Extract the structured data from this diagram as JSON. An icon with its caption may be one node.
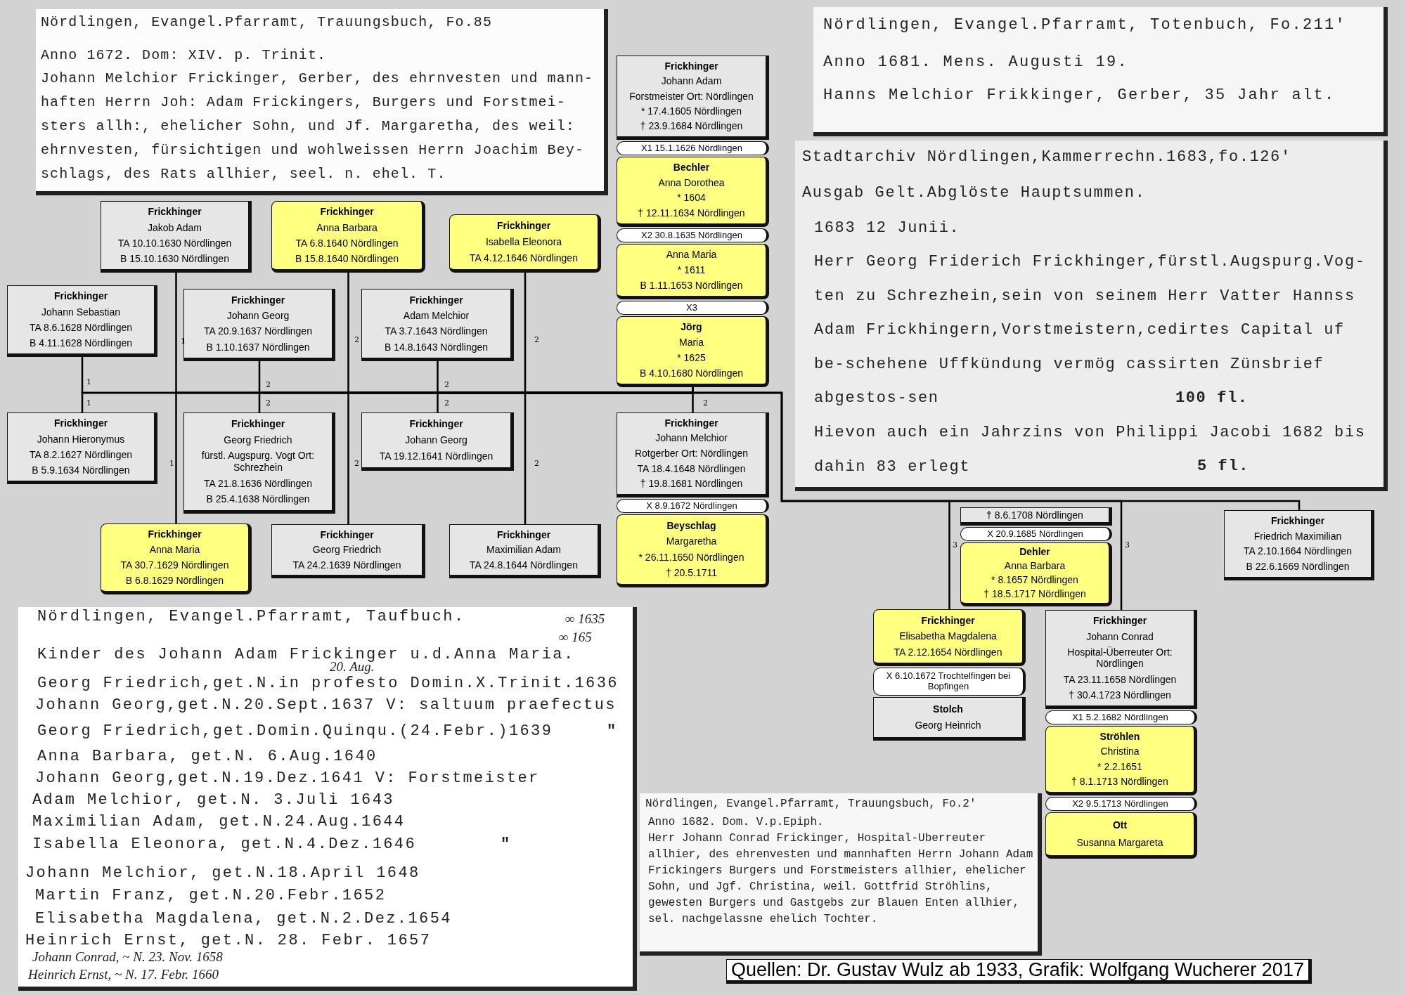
{
  "diagram": {
    "caption": "Quellen: Dr. Gustav Wulz ab 1933, Grafik: Wolfgang Wucherer 2017",
    "nodes": [
      {
        "text": [
          "Nördlingen, Evangel.Pfarramt, Trauungsbuch, Fo.85",
          "Anno 1672. Dom: XIV. p. Trinit.",
          "Johann Melchior Frickinger, Gerber, des ehrnvesten und mann-haften Herrn Joh: Adam Frickingers, Burgers und Forstmei-sters allh:, ehelicher Sohn, und Jf. Margaretha, des weil: ehrnvesten, fürsichtigen und wohlweissen Herrn Joachim Bey-schlags, des Rats allhier, seel. n. ehel. T."
        ]
      },
      {
        "text": [
          "Frickhinger",
          "Johann Adam",
          "Forstmeister Ort: Nördlingen",
          "* 17.4.1605 Nördlingen",
          "† 23.9.1684 Nördlingen"
        ]
      },
      {
        "text": [
          "X1 15.1.1626 Nördlingen"
        ]
      },
      {
        "text": [
          "Bechler",
          "Anna Dorothea",
          "* 1604",
          "† 12.11.1634 Nördlingen"
        ]
      },
      {
        "text": [
          "X2 30.8.1635 Nördlingen"
        ]
      },
      {
        "text": [
          "Anna Maria",
          "* 1611",
          "B 1.11.1653 Nördlingen"
        ]
      },
      {
        "text": [
          "X3"
        ]
      },
      {
        "text": [
          "Jörg",
          "Maria",
          "* 1625",
          "B 4.10.1680 Nördlingen"
        ]
      },
      {
        "text": [
          "Nördlingen, Evangel.Pfarramt, Totenbuch, Fo.211'",
          "Anno 1681. Mens. Augusti 19.",
          "Hanns Melchior Frikkinger, Gerber, 35 Jahr alt."
        ]
      },
      {
        "text": [
          "Stadtarchiv Nördlingen,Kammerrechn.1683,fo.126'",
          "Ausgab Gelt.Abglöste Hauptsummen.",
          "1683 12 Junii.",
          "Herr Georg Friderich Frickhinger,fürstl.Augspurg.Vog-ten zu Schrezhein,sein von seinem Herr Vatter Hannss Adam Frickhingern,Vorstmeistern,cedirtes Capital uf be-schehene Uffkündung vermög cassirten Zünsbrief abgestos-sen",
          "100 fl.",
          "Hievon auch ein Jahrzins von Philippi Jacobi 1682 bis dahin 83 erlegt",
          "5 fl."
        ]
      },
      {
        "text": [
          "Frickhinger",
          "Jakob Adam",
          "TA 10.10.1630 Nördlingen",
          "B 15.10.1630 Nördlingen"
        ]
      },
      {
        "text": [
          "Frickhinger",
          "Anna Barbara",
          "TA 6.8.1640 Nördlingen",
          "B 15.8.1640 Nördlingen"
        ]
      },
      {
        "text": [
          "Frickhinger",
          "Isabella Eleonora",
          "TA 4.12.1646 Nördlingen"
        ]
      },
      {
        "text": [
          "Frickhinger",
          "Johann Sebastian",
          "TA 8.6.1628 Nördlingen",
          "B 4.11.1628 Nördlingen"
        ]
      },
      {
        "text": [
          "Frickhinger",
          "Johann Georg",
          "TA 20.9.1637 Nördlingen",
          "B 1.10.1637 Nördlingen"
        ]
      },
      {
        "text": [
          "Frickhinger",
          "Adam Melchior",
          "TA 3.7.1643 Nördlingen",
          "B 14.8.1643 Nördlingen"
        ]
      },
      {
        "text": [
          "Frickhinger",
          "Johann Hieronymus",
          "TA 8.2.1627 Nördlingen",
          "B 5.9.1634 Nördlingen"
        ]
      },
      {
        "text": [
          "Frickhinger",
          "Georg Friedrich",
          "fürstl. Augspurg. Vogt Ort: Schrezhein",
          "TA 21.8.1636 Nördlingen",
          "B 25.4.1638 Nördlingen"
        ]
      },
      {
        "text": [
          "Frickhinger",
          "Johann Georg",
          "TA 19.12.1641 Nördlingen"
        ]
      },
      {
        "text": [
          "Frickhinger",
          "Johann Melchior",
          "Rotgerber Ort: Nördlingen",
          "TA 18.4.1648 Nördlingen",
          "† 19.8.1681 Nördlingen"
        ]
      },
      {
        "text": [
          "X 8.9.1672 Nördlingen"
        ]
      },
      {
        "text": [
          "Beyschlag",
          "Margaretha",
          "* 26.11.1650 Nördlingen",
          "† 20.5.1711"
        ]
      },
      {
        "text": [
          "Frickhinger",
          "Anna Maria",
          "TA 30.7.1629 Nördlingen",
          "B 6.8.1629 Nördlingen"
        ]
      },
      {
        "text": [
          "Frickhinger",
          "Georg Friedrich",
          "TA 24.2.1639 Nördlingen"
        ]
      },
      {
        "text": [
          "Frickhinger",
          "Maximilian Adam",
          "TA 24.8.1644 Nördlingen"
        ]
      },
      {
        "text": [
          "† 8.6.1708 Nördlingen"
        ]
      },
      {
        "text": [
          "X 20.9.1685 Nördlingen"
        ]
      },
      {
        "text": [
          "Dehler",
          "Anna Barbara",
          "* 8.1657 Nördlingen",
          "† 18.5.1717 Nördlingen"
        ]
      },
      {
        "text": [
          "Frickhinger",
          "Friedrich Maximilian",
          "TA 2.10.1664 Nördlingen",
          "B 22.6.1669 Nördlingen"
        ]
      },
      {
        "text": [
          "Frickhinger",
          "Elisabetha Magdalena",
          "TA 2.12.1654 Nördlingen"
        ]
      },
      {
        "text": [
          "X 6.10.1672 Trochtelfingen bei Bopfingen"
        ]
      },
      {
        "text": [
          "Stolch",
          "Georg Heinrich"
        ]
      },
      {
        "text": [
          "Frickhinger",
          "Johann Conrad",
          "Hospital-Überreuter Ort: Nördlingen",
          "TA 23.11.1658 Nördlingen",
          "† 30.4.1723 Nördlingen"
        ]
      },
      {
        "text": [
          "X1 5.2.1682 Nördlingen"
        ]
      },
      {
        "text": [
          "Ströhlen",
          "Christina",
          "* 2.2.1651",
          "† 8.1.1713 Nördlingen"
        ]
      },
      {
        "text": [
          "X2 9.5.1713 Nördlingen"
        ]
      },
      {
        "text": [
          "Ott",
          "Susanna Margareta"
        ]
      },
      {
        "text": [
          "Nördlingen, Evangel.Pfarramt, Taufbuch.",
          "∞ 1635",
          "∞ 165",
          "Kinder des Johann Adam Frickinger u.d.Anna Maria.",
          "20. Aug.",
          "Georg Friedrich,get.N.in profesto Domin.X.Trinit.1636",
          "Johann Georg,get.N.20.Sept.1637 V: saltuum praefectus",
          "Georg Friedrich,get.Domin.Quinqu.(24.Febr.)1639",
          "\"",
          "Anna Barbara, get.N. 6.Aug.1640",
          "Johann Georg,get.N.19.Dez.1641 V: Forstmeister",
          "Adam Melchior, get.N. 3.Juli 1643",
          "Maximilian Adam, get.N.24.Aug.1644",
          "Isabella Eleonora, get.N.4.Dez.1646",
          "\"",
          "Johann Melchior, get.N.18.April 1648",
          "Martin Franz, get.N.20.Febr.1652",
          "Elisabetha Magdalena, get.N.2.Dez.1654",
          "Heinrich Ernst, get.N. 28. Febr. 1657",
          "Johann Conrad, ~ N. 23. Nov. 1658",
          "Heinrich Ernst, ~ N. 17. Febr. 1660"
        ]
      },
      {
        "text": [
          "Nördlingen, Evangel.Pfarramt, Trauungsbuch, Fo.2'",
          "Anno 1682. Dom. V.p.Epiph.",
          "Herr Johann Conrad Frickinger, Hospital-Uberreuter allhier, des ehrenvesten und mannhaften Herrn Johann Adam Frickingers Burgers und Forstmeisters allhier, ehelicher Sohn, und Jgf. Christina, weil. Gottfrid Ströhlins, gewesten Burgers und Gastgebs zur Blauen Enten allhier, sel. nachgelassne ehelich Tochter."
        ]
      }
    ],
    "edges": [
      {
        "from": 7,
        "to": 10,
        "arrow": "none"
      },
      {
        "from": 7,
        "to": 11,
        "arrow": "none"
      },
      {
        "from": 7,
        "to": 12,
        "arrow": "none"
      },
      {
        "from": 7,
        "to": 13,
        "arrow": "none"
      },
      {
        "from": 7,
        "to": 14,
        "arrow": "none"
      },
      {
        "from": 7,
        "to": 15,
        "arrow": "none"
      },
      {
        "from": 7,
        "to": 16,
        "arrow": "none"
      },
      {
        "from": 7,
        "to": 17,
        "arrow": "none"
      },
      {
        "from": 7,
        "to": 18,
        "arrow": "none"
      },
      {
        "from": 7,
        "to": 19,
        "arrow": "none"
      },
      {
        "from": 7,
        "to": 22,
        "arrow": "none"
      },
      {
        "from": 7,
        "to": 23,
        "arrow": "none"
      },
      {
        "from": 7,
        "to": 24,
        "arrow": "none"
      },
      {
        "from": 7,
        "to": 28,
        "arrow": "none"
      },
      {
        "from": 7,
        "to": 29,
        "arrow": "none"
      },
      {
        "from": 7,
        "to": 32,
        "arrow": "none"
      }
    ],
    "labels": [
      "1",
      "2",
      "2",
      "1",
      "2",
      "2",
      "1",
      "2",
      "2",
      "2",
      "1",
      "2",
      "2",
      "3",
      "3"
    ]
  }
}
